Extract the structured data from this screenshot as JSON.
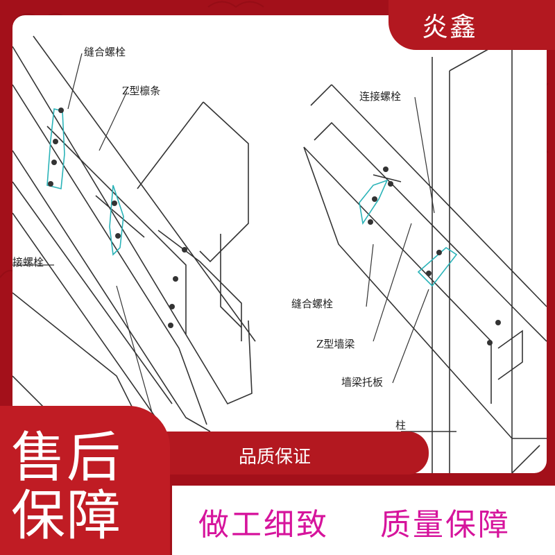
{
  "brand": {
    "name": "炎鑫"
  },
  "badge": {
    "line1": "售后",
    "line2": "保障"
  },
  "banner": {
    "label": "品质保证"
  },
  "slogans": {
    "left": "做工细致",
    "right": "质量保障"
  },
  "drawing_left": {
    "label_bolt_top": "缝合螺栓",
    "label_z_purlin": "Z型檩条",
    "label_bolt_side": "接螺栓"
  },
  "drawing_right": {
    "label_conn_bolt": "连接螺栓",
    "label_stitch_bolt": "缝合螺栓",
    "label_z_girt": "Z型墙梁",
    "label_bracket": "墙梁托板",
    "label_column": "柱"
  },
  "colors": {
    "brand_red": "#b31820",
    "bg_red": "#a3101a",
    "slogan_magenta": "#d6149c",
    "splice_cyan": "#2ab3b8"
  }
}
